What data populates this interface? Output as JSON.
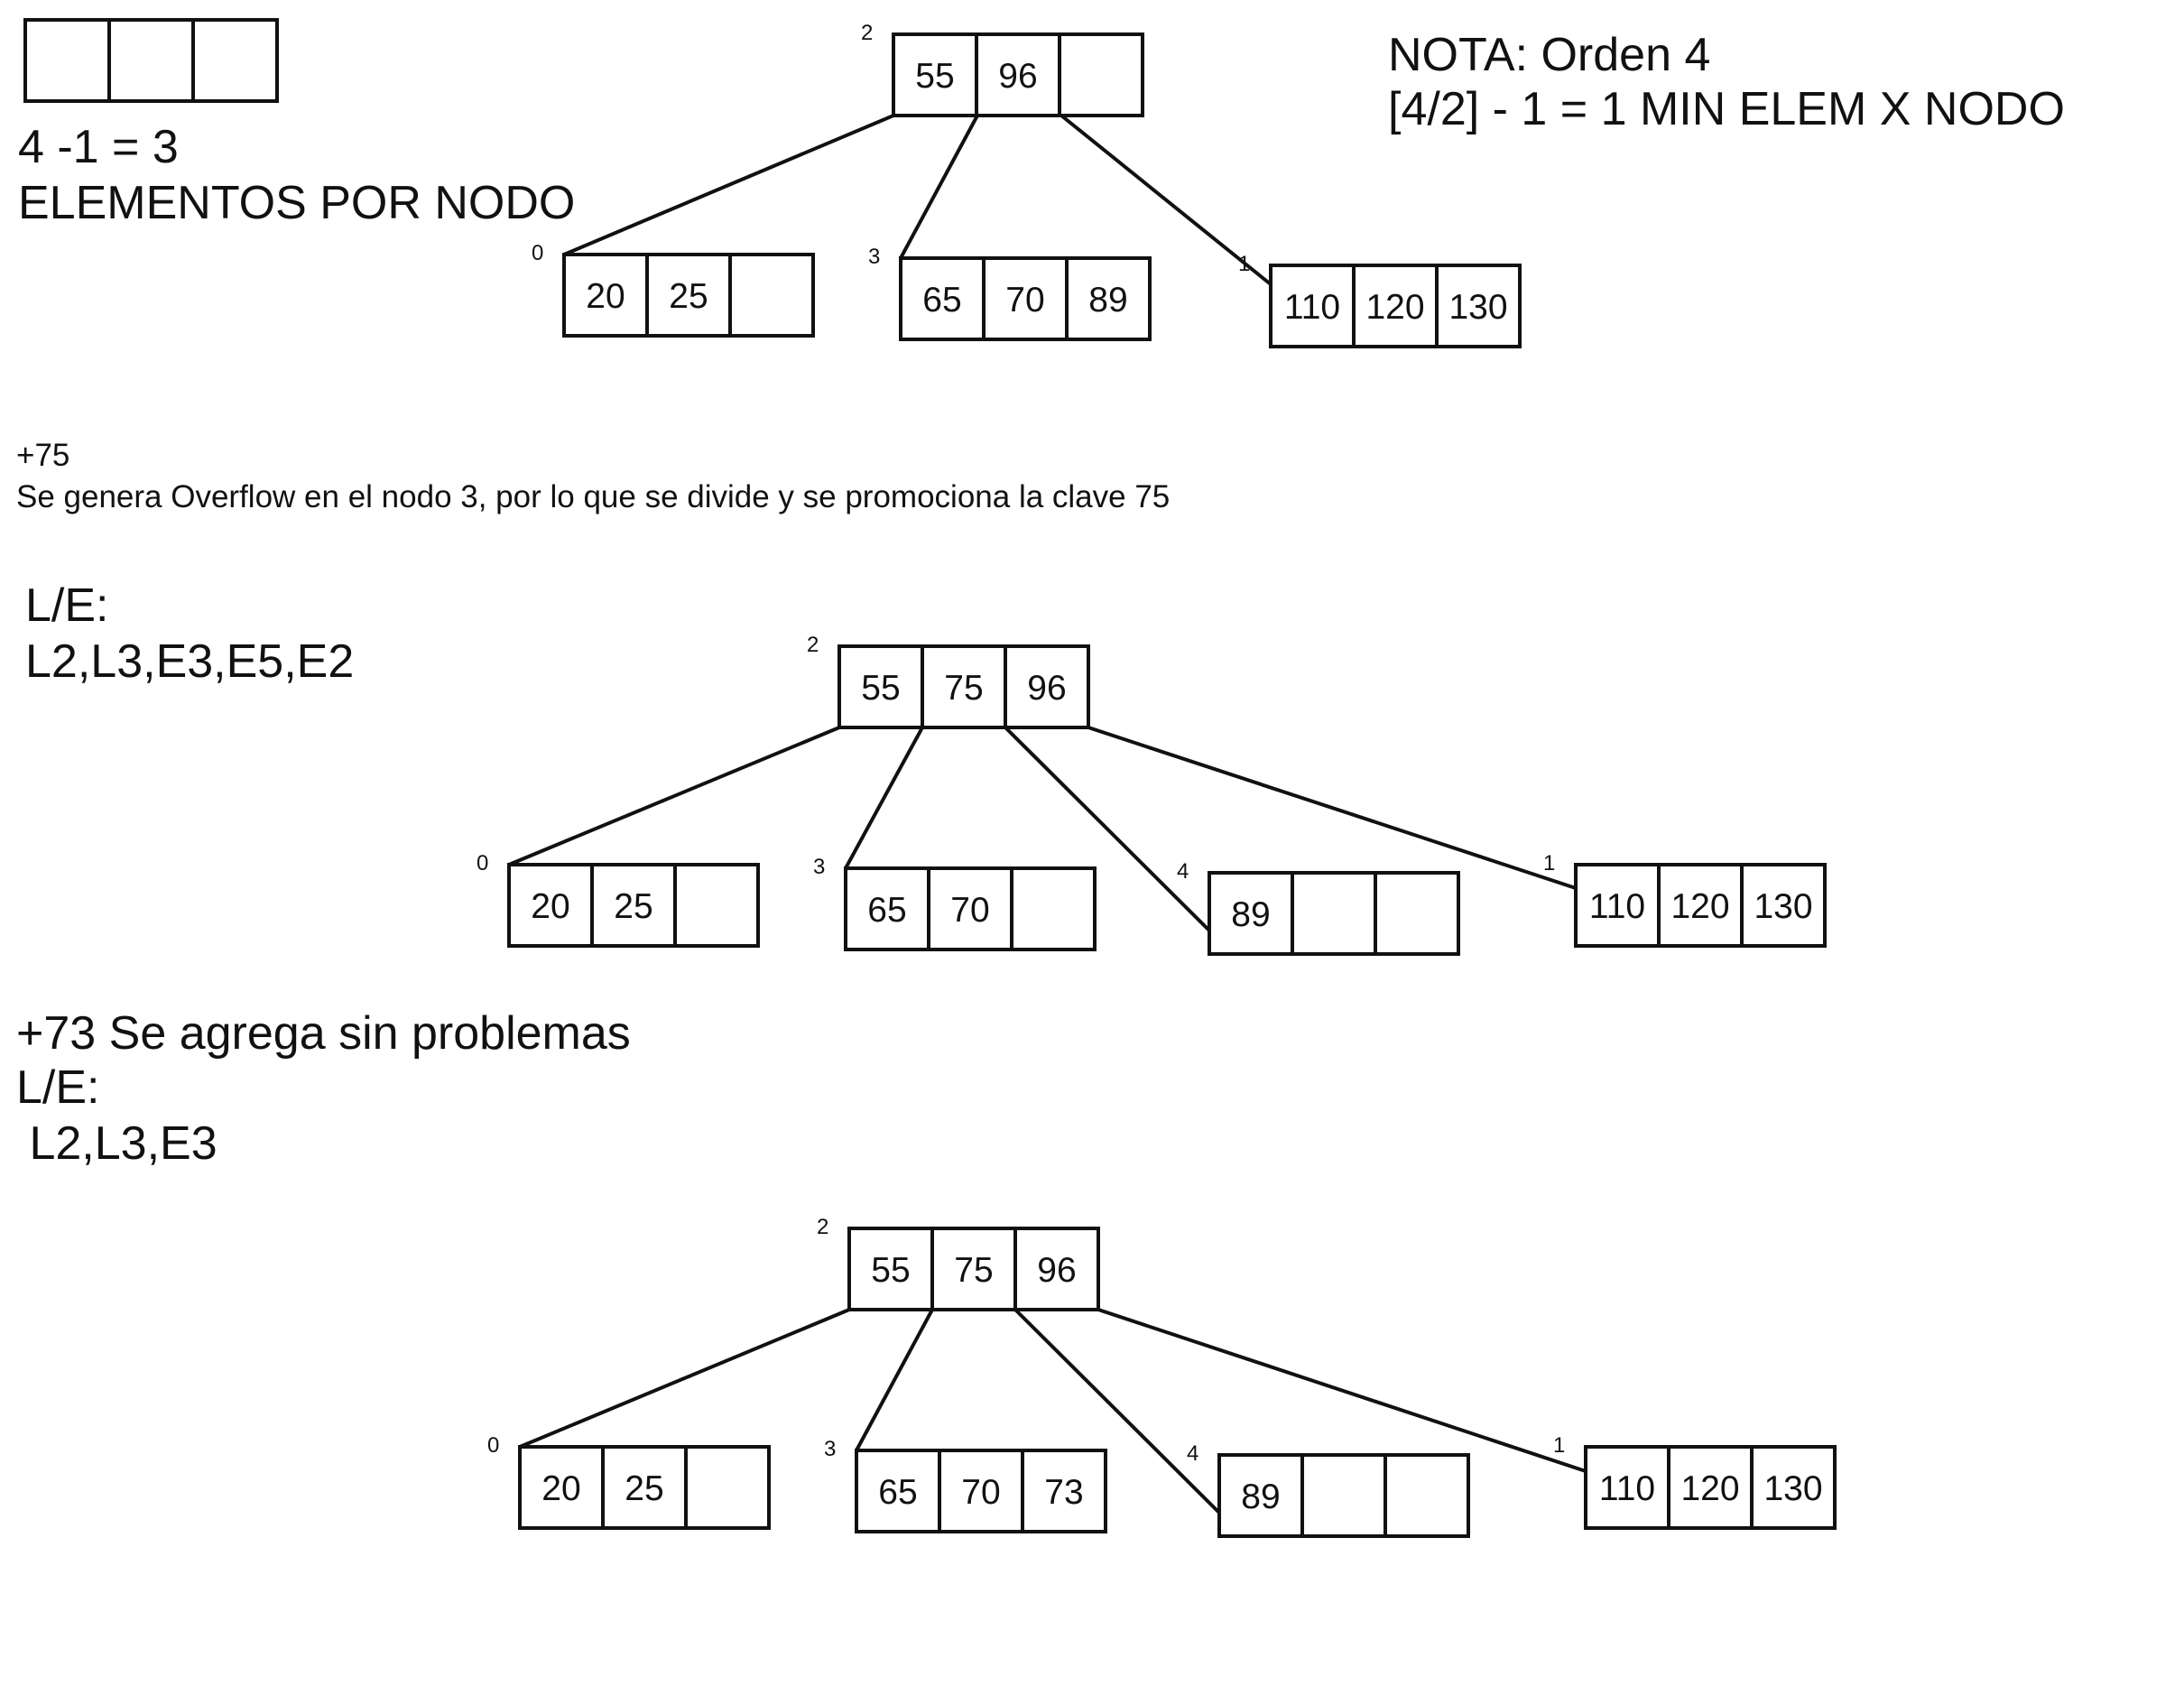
{
  "notes": {
    "calc_line1": "4 -1 = 3",
    "calc_line2": "ELEMENTOS POR NODO",
    "nota_line1": "NOTA: Orden 4",
    "nota_line2": "[4/2] - 1 = 1  MIN ELEM X NODO"
  },
  "step1": {
    "op": "+75",
    "desc": "Se genera Overflow en el nodo 3, por lo que se divide y se promociona la clave 75",
    "le_label": "L/E:",
    "le_ops": "L2,L3,E3,E5,E2"
  },
  "step2": {
    "op_desc": "+73 Se agrega sin problemas",
    "le_label": "L/E:",
    "le_ops": " L2,L3,E3"
  },
  "trees": [
    {
      "root": {
        "id": "2",
        "keys": [
          "55",
          "96",
          ""
        ]
      },
      "children": [
        {
          "id": "0",
          "keys": [
            "20",
            "25",
            ""
          ]
        },
        {
          "id": "3",
          "keys": [
            "65",
            "70",
            "89"
          ]
        },
        {
          "id": "1",
          "keys": [
            "110",
            "120",
            "130"
          ]
        }
      ]
    },
    {
      "root": {
        "id": "2",
        "keys": [
          "55",
          "75",
          "96"
        ]
      },
      "children": [
        {
          "id": "0",
          "keys": [
            "20",
            "25",
            ""
          ]
        },
        {
          "id": "3",
          "keys": [
            "65",
            "70",
            ""
          ]
        },
        {
          "id": "4",
          "keys": [
            "89",
            "",
            ""
          ]
        },
        {
          "id": "1",
          "keys": [
            "110",
            "120",
            "130"
          ]
        }
      ]
    },
    {
      "root": {
        "id": "2",
        "keys": [
          "55",
          "75",
          "96"
        ]
      },
      "children": [
        {
          "id": "0",
          "keys": [
            "20",
            "25",
            ""
          ]
        },
        {
          "id": "3",
          "keys": [
            "65",
            "70",
            "73"
          ]
        },
        {
          "id": "4",
          "keys": [
            "89",
            "",
            ""
          ]
        },
        {
          "id": "1",
          "keys": [
            "110",
            "120",
            "130"
          ]
        }
      ]
    }
  ]
}
